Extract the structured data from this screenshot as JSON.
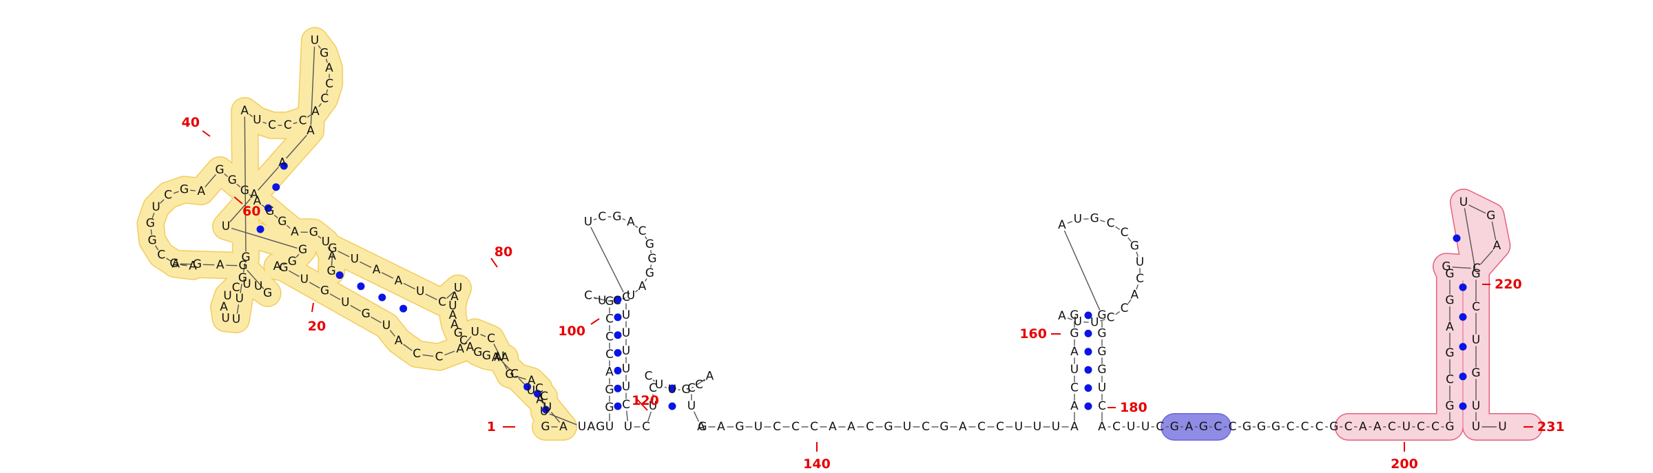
{
  "colors": {
    "nucleotide": "#111111",
    "backbone": "#555555",
    "pair": "#0a14e6",
    "number": "#e60000",
    "yellow_fill": "#fbe9a6",
    "yellow_stroke": "#f2c64a",
    "pink_fill": "#f8d4dc",
    "pink_stroke": "#e0506f",
    "blue_fill": "#8f8ce6",
    "blue_stroke": "#5b57d6"
  },
  "sequence": "GAUUCAAAGGACGAAUAUCUAAUGGAUGAGGAGGGAGCUGGCAAGGAGGUUCUAUUUGGAUCCCACCAGUAAAUGGAGUGUGUACCAUCUGACACUUAGUGGACCCGCUCUAGGGCAGCUCUUUUUCUCUCCUUGCACUAGAGUCCCAACGUCGACCUUUAACUAGGAUUCCACUGCCGUAGGGGUCACUUCGAGCCGGGCCCGCAACUCCGGCGAGGGCAGUGCUGUUU",
  "labels": [
    {
      "text": "1",
      "n": 1
    },
    {
      "text": "20",
      "n": 20
    },
    {
      "text": "40",
      "n": 40
    },
    {
      "text": "60",
      "n": 60
    },
    {
      "text": "80",
      "n": 80
    },
    {
      "text": "100",
      "n": 100
    },
    {
      "text": "120",
      "n": 120
    },
    {
      "text": "140",
      "n": 140
    },
    {
      "text": "160",
      "n": 160
    },
    {
      "text": "180",
      "n": 180
    },
    {
      "text": "200",
      "n": 200
    },
    {
      "text": "220",
      "n": 220
    },
    {
      "text": "231",
      "n": 231
    }
  ],
  "highlights": [
    {
      "name": "yellow-region",
      "from": 1,
      "to": 96
    },
    {
      "name": "blue-region",
      "from": 193,
      "to": 196
    },
    {
      "name": "pink-region",
      "from": 205,
      "to": 231
    }
  ]
}
